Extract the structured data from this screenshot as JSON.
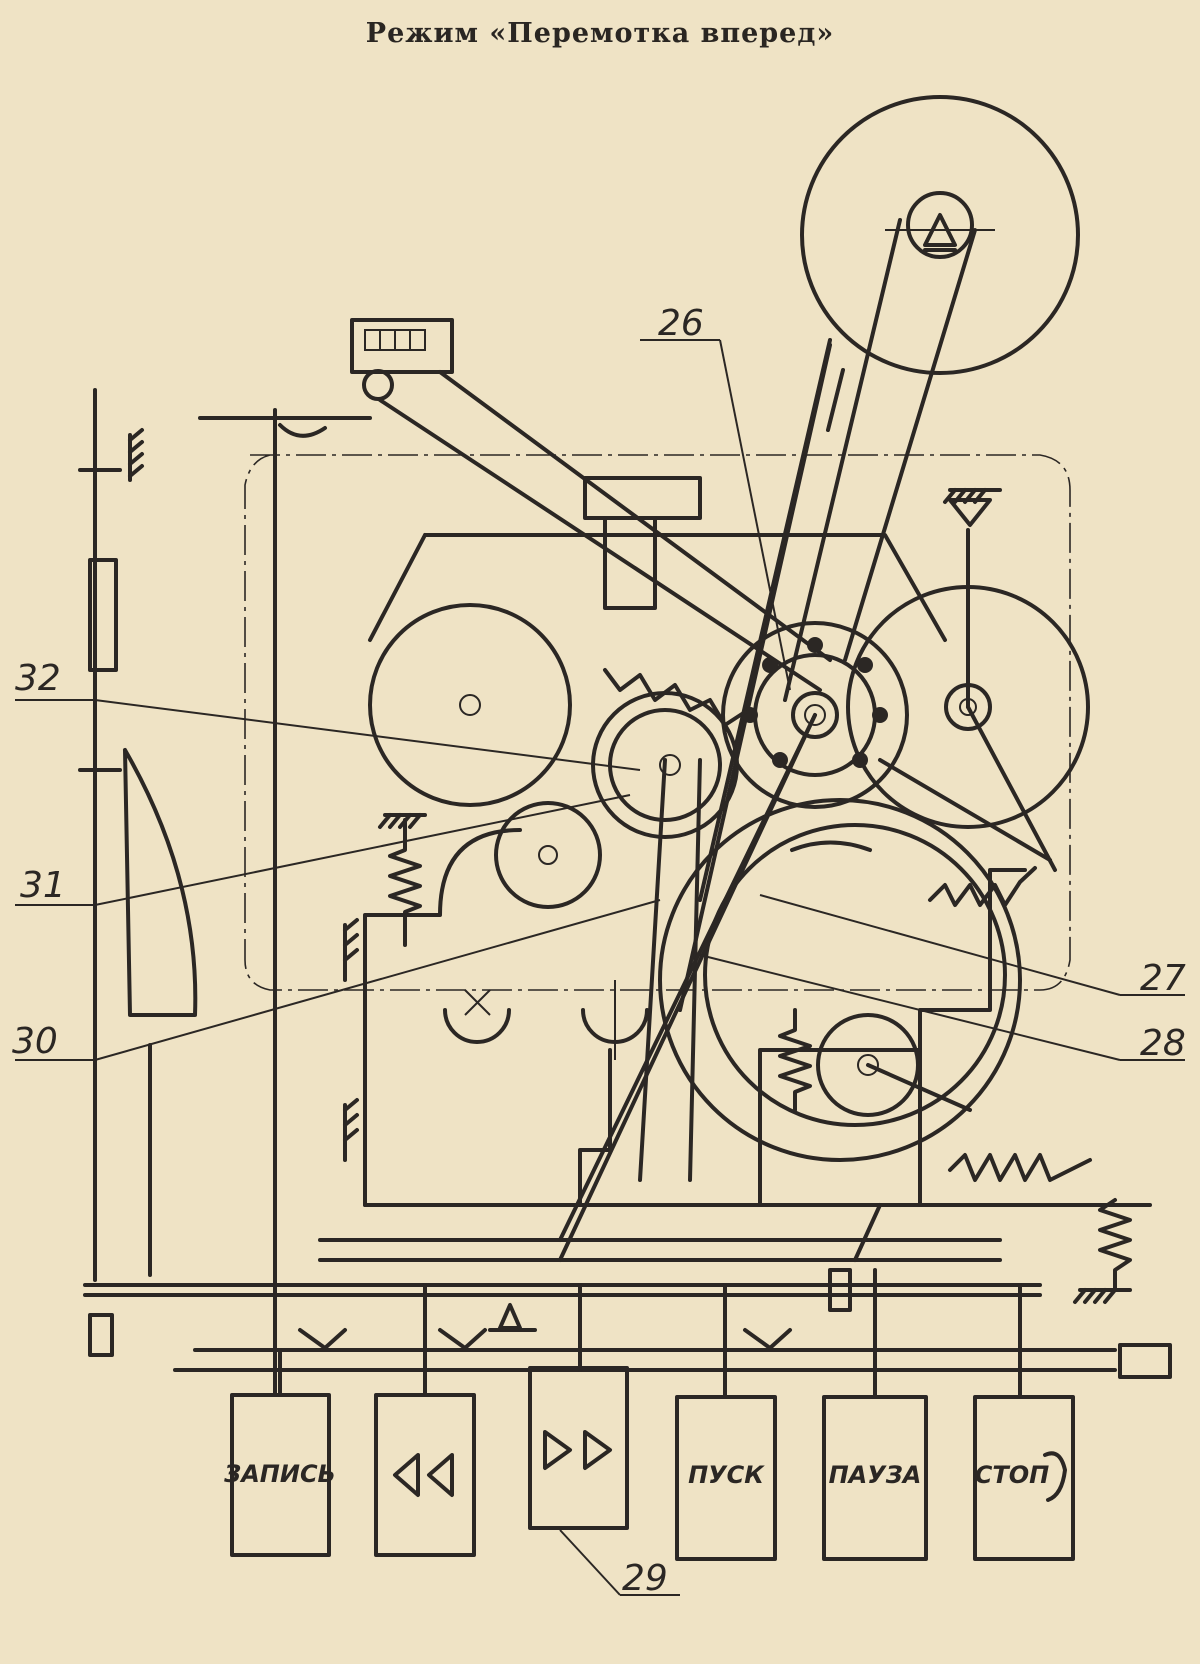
{
  "title": "Режим «Перемотка вперед»",
  "callouts": [
    "26",
    "27",
    "28",
    "29",
    "30",
    "31",
    "32"
  ],
  "buttons": [
    "ЗАПИСЬ",
    "ПУСК",
    "ПАУЗА",
    "СТОП"
  ],
  "colors": {
    "paper": "#efe3c5",
    "ink": "#2b2724"
  }
}
